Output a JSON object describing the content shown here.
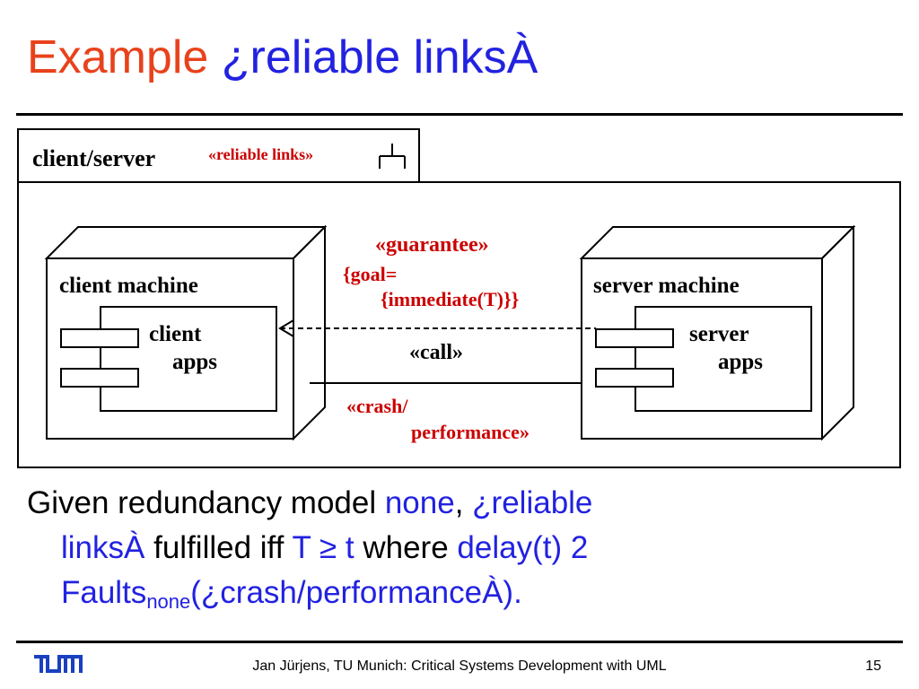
{
  "slide": {
    "title_part1": "Example",
    "title_part2": "¿reliable linksÀ",
    "colors": {
      "title_red": "#e8421c",
      "accent_blue": "#2222e0",
      "diagram_red": "#cc0000"
    }
  },
  "diagram": {
    "package_label": "client/server",
    "package_stereotype": "«reliable links»",
    "package_icon": "subsystem-fork-icon",
    "client_node_label": "client machine",
    "client_component_line1": "client",
    "client_component_line2": "apps",
    "server_node_label": "server machine",
    "server_component_line1": "server",
    "server_component_line2": "apps",
    "guarantee_stereotype": "«guarantee»",
    "goal_line1": "{goal=",
    "goal_line2": "{immediate(T)}}",
    "call_stereotype": "«call»",
    "crash_line1": "«crash/",
    "crash_line2": "performance»"
  },
  "body": {
    "t1": "Given redundancy model ",
    "none": "none",
    "comma": ", ",
    "reliable": "¿reliable",
    "links": "linksÀ",
    "fulfilled": " fulfilled iff ",
    "T_ge_t": "T ≥ t",
    "where": " where ",
    "delay": "delay(t) 2",
    "faults": "Faults",
    "sub_none": "none",
    "crash_perf": "(¿crash/performanceÀ)."
  },
  "footer": {
    "logo_text": "TUM",
    "text": "Jan Jürjens, TU Munich: Critical Systems Development with UML",
    "page": "15"
  }
}
